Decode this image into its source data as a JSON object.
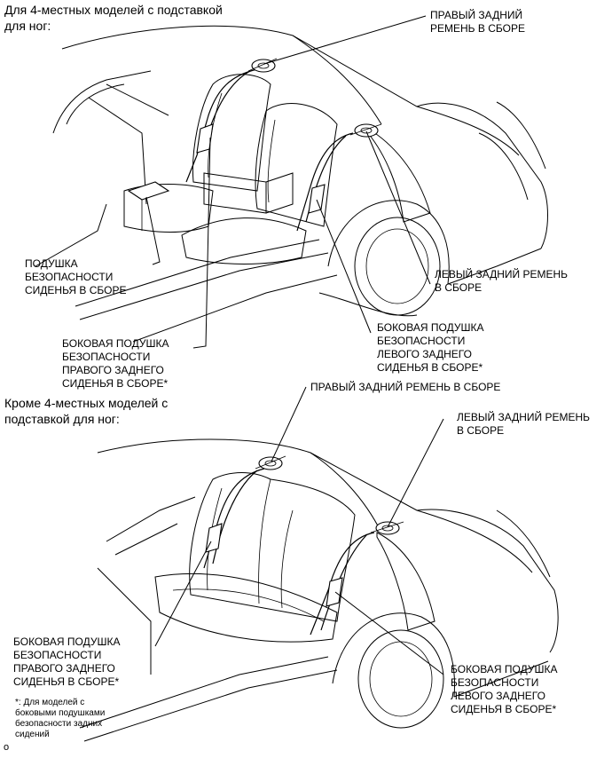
{
  "diagram_top": {
    "header": "Для 4-местных моделей с подставкой\nдля ног:",
    "labels": {
      "right_belt": "ПРАВЫЙ ЗАДНИЙ\nРЕМЕНЬ В СБОРЕ",
      "left_belt": "ЛЕВЫЙ ЗАДНИЙ РЕМЕНЬ\nВ СБОРЕ",
      "cushion_airbag": "ПОДУШКА\nБЕЗОПАСНОСТИ\nСИДЕНЬЯ В СБОРЕ",
      "right_side_airbag": "БОКОВАЯ ПОДУШКА\nБЕЗОПАСНОСТИ\nПРАВОГО ЗАДНЕГО\nСИДЕНЬЯ В СБОРЕ*",
      "left_side_airbag": "БОКОВАЯ ПОДУШКА\nБЕЗОПАСНОСТИ\nЛЕВОГО ЗАДНЕГО\nСИДЕНЬЯ В СБОРЕ*"
    }
  },
  "diagram_bottom": {
    "header": "Кроме 4-местных моделей с\nподставкой для ног:",
    "labels": {
      "right_belt": "ПРАВЫЙ ЗАДНИЙ РЕМЕНЬ В СБОРЕ",
      "left_belt": "ЛЕВЫЙ ЗАДНИЙ РЕМЕНЬ\nВ СБОРЕ",
      "right_side_airbag": "БОКОВАЯ ПОДУШКА\nБЕЗОПАСНОСТИ\nПРАВОГО ЗАДНЕГО\nСИДЕНЬЯ В СБОРЕ*",
      "left_side_airbag": "БОКОВАЯ ПОДУШКА\nБЕЗОПАСНОСТИ\nЛЕВОГО ЗАДНЕГО\nСИДЕНЬЯ В СБОРЕ*"
    }
  },
  "footnote": "*: Для моделей с\nбоковыми подушками\nбезопасности задних\nсидений",
  "corner_mark": "o"
}
